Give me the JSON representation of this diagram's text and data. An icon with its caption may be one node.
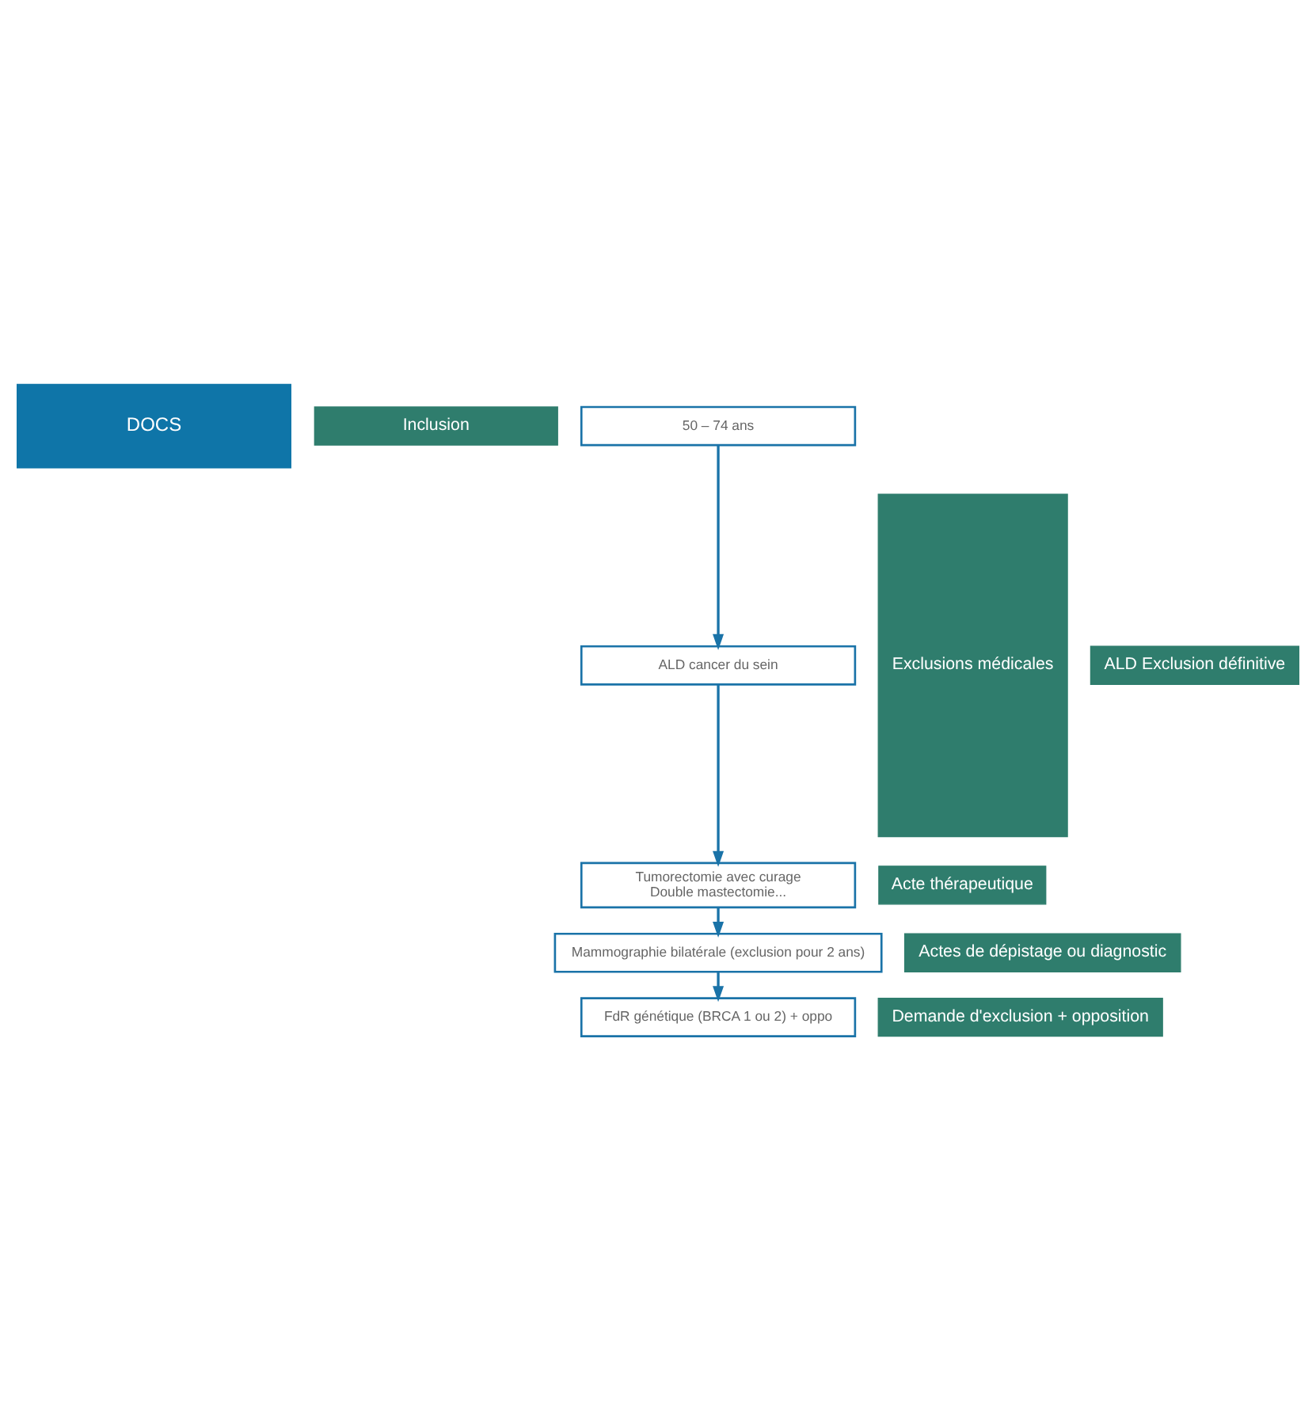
{
  "diagram": {
    "nodes": [
      {
        "text": [
          "DOCS"
        ]
      },
      {
        "text": [
          "Inclusion"
        ]
      },
      {
        "text": [
          "50 – 74 ans"
        ]
      },
      {
        "text": [
          "Exclusions médicales"
        ]
      },
      {
        "text": [
          "ALD Exclusion définitive"
        ]
      },
      {
        "text": [
          "ALD cancer du sein"
        ]
      },
      {
        "text": [
          "Acte thérapeutique"
        ]
      },
      {
        "text": [
          "Tumorectomie avec curage",
          "Double mastectomie..."
        ]
      },
      {
        "text": [
          "Actes de dépistage ou diagnostic"
        ]
      },
      {
        "text": [
          "Mammographie bilatérale (exclusion pour 2 ans)"
        ]
      },
      {
        "text": [
          "Demande d'exclusion + opposition"
        ]
      },
      {
        "text": [
          "FdR génétique (BRCA 1 ou 2) + oppo"
        ]
      }
    ],
    "edges": [
      {
        "from": 2,
        "to": 5,
        "arrow": "to"
      },
      {
        "from": 5,
        "to": 7,
        "arrow": "to"
      },
      {
        "from": 7,
        "to": 9,
        "arrow": "to"
      },
      {
        "from": 9,
        "to": 11,
        "arrow": "to"
      }
    ]
  }
}
